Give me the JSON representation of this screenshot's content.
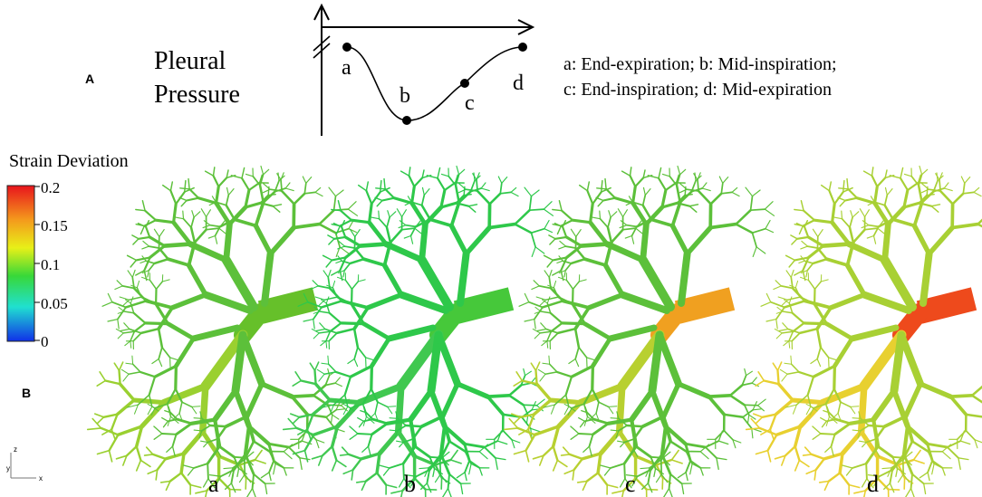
{
  "panel_a": {
    "letter": "A",
    "title_line1": "Pleural",
    "title_line2": "Pressure",
    "points": [
      "a",
      "b",
      "c",
      "d"
    ],
    "legend_line1": "a: End-expiration; b: Mid-inspiration;",
    "legend_line2": "c: End-inspiration; d: Mid-expiration"
  },
  "panel_b": {
    "letter": "B",
    "colorbar": {
      "title": "Strain Deviation",
      "ticks": [
        "0.2",
        "0.15",
        "0.1",
        "0.05",
        "0"
      ],
      "colors": [
        "#e8141c",
        "#f49a1c",
        "#e8f018",
        "#38d838",
        "#20e0d0",
        "#1030e8"
      ]
    },
    "trees": [
      {
        "label": "a",
        "trunk_color": "#66c02a",
        "branch_color": "#5cc03a",
        "root_color": "#9ad030"
      },
      {
        "label": "b",
        "trunk_color": "#46c83a",
        "branch_color": "#2ec84a",
        "root_color": "#40c850"
      },
      {
        "label": "c",
        "trunk_color": "#f0a020",
        "branch_color": "#5cc03a",
        "root_color": "#b8d030"
      },
      {
        "label": "d",
        "trunk_color": "#ee4a1c",
        "branch_color": "#a8d034",
        "root_color": "#e8d030"
      }
    ],
    "axes": {
      "z": "z",
      "y": "y",
      "x": "x"
    }
  }
}
